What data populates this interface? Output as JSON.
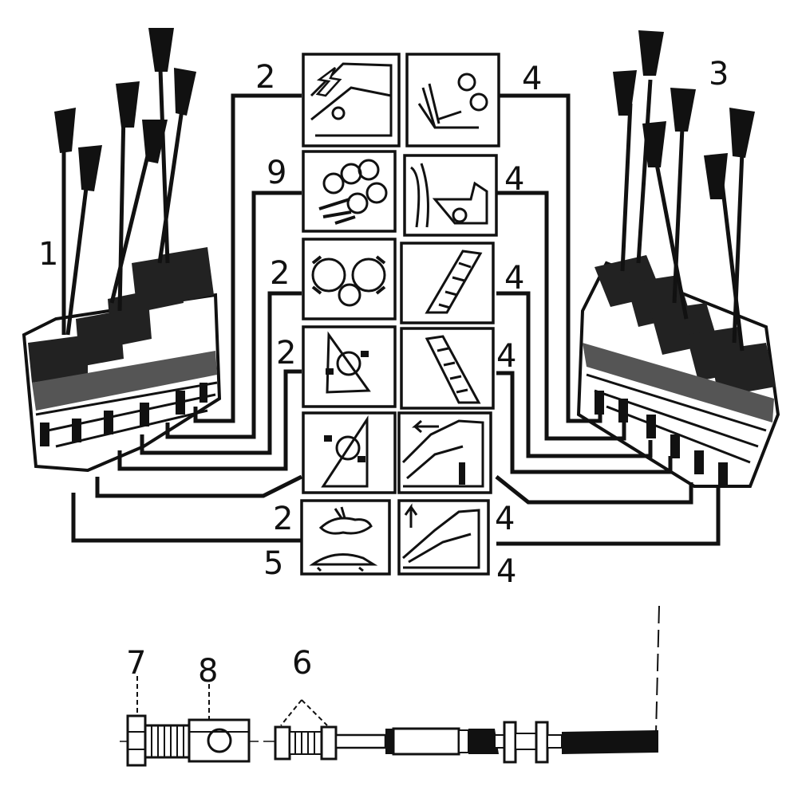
{
  "callouts": {
    "left_bank": "1",
    "right_bank": "3",
    "cable_end_nut": "7",
    "cable_end_clevis": "8",
    "adjust_nuts": "6"
  },
  "left_labels": [
    "2",
    "9",
    "2",
    "2",
    "2",
    "5"
  ],
  "right_labels": [
    "4",
    "4",
    "4",
    "4",
    "4",
    "4"
  ],
  "left_panels": [
    {
      "icon": "cab-tilt-arrow-icon"
    },
    {
      "icon": "chopper-drums-icon"
    },
    {
      "icon": "feed-rollers-icon"
    },
    {
      "icon": "topper-rotate-left-icon"
    },
    {
      "icon": "topper-rotate-right-icon"
    },
    {
      "icon": "speed-rabbit-turtle-icon"
    }
  ],
  "right_panels": [
    {
      "icon": "cane-feed-rollers-icon"
    },
    {
      "icon": "base-cutter-icon"
    },
    {
      "icon": "elevator-raise-icon"
    },
    {
      "icon": "elevator-lower-icon"
    },
    {
      "icon": "machine-back-icon"
    },
    {
      "icon": "machine-up-icon"
    }
  ]
}
